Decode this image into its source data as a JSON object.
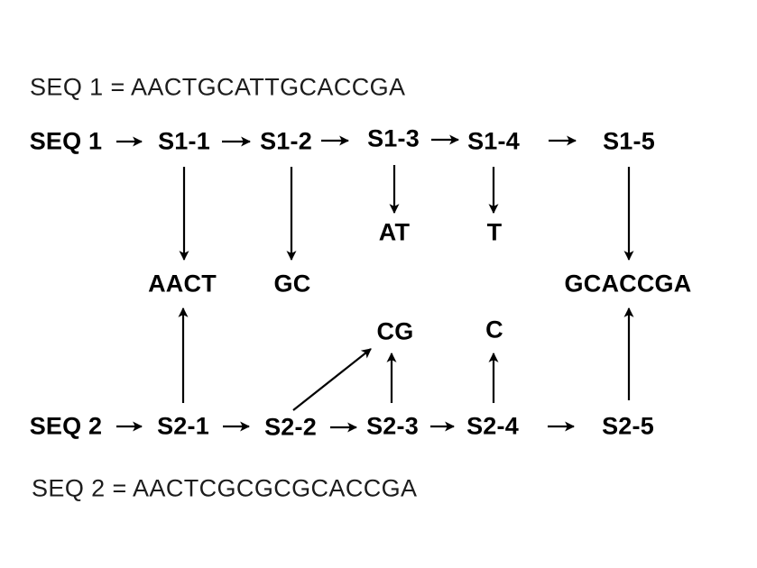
{
  "colors": {
    "text": "#000000",
    "definition_text": "#1c1c1c",
    "background": "#ffffff",
    "arrow": "#000000"
  },
  "definitions": {
    "seq1": "SEQ 1 = AACTGCATTGCACCGA",
    "seq2": "SEQ 2 = AACTCGCGCGCACCGA"
  },
  "seq1": {
    "label": "SEQ 1",
    "nodes": [
      "S1-1",
      "S1-2",
      "S1-3",
      "S1-4",
      "S1-5"
    ]
  },
  "seq2": {
    "label": "SEQ 2",
    "nodes": [
      "S2-1",
      "S2-2",
      "S2-3",
      "S2-4",
      "S2-5"
    ]
  },
  "fragments": {
    "aact": "AACT",
    "gc": "GC",
    "at": "AT",
    "t": "T",
    "gcaccga": "GCACCGA",
    "cg": "CG",
    "c": "C"
  },
  "mappings": [
    "S1-1 -> AACT",
    "S1-2 -> GC",
    "S1-3 -> AT",
    "S1-4 -> T",
    "S1-5 -> GCACCGA",
    "S2-1 -> AACT",
    "S2-2 -> CG",
    "S2-3 -> CG",
    "S2-4 -> C",
    "S2-5 -> GCACCGA"
  ]
}
